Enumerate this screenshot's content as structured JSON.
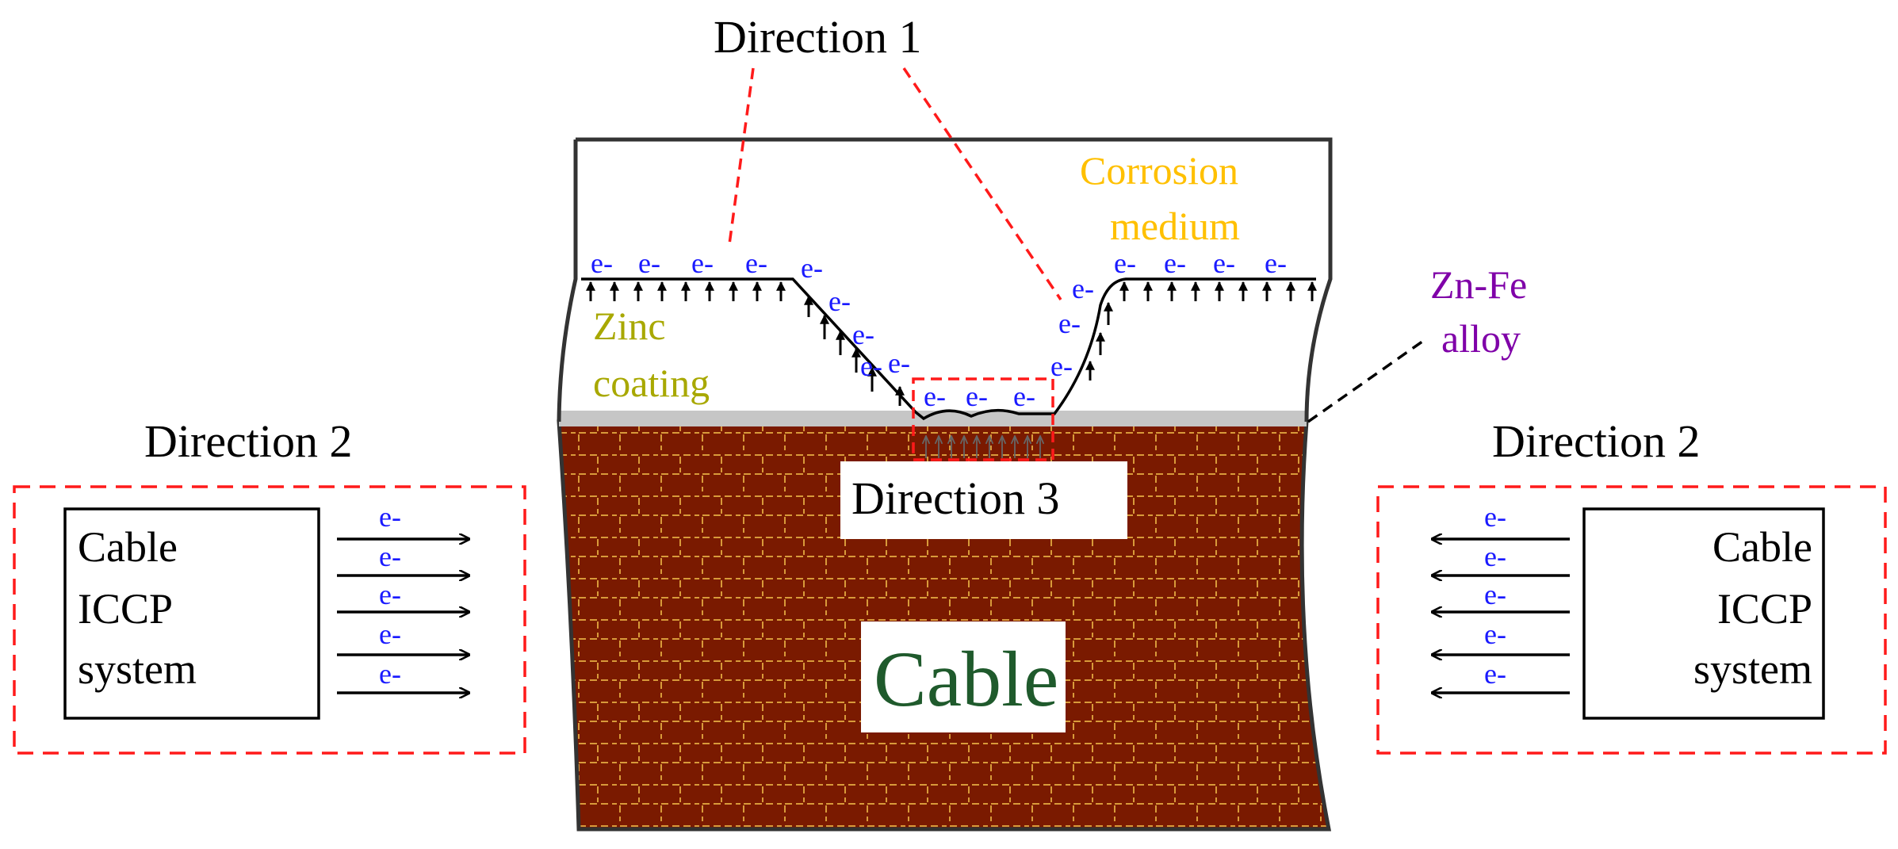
{
  "labels": {
    "direction1": "Direction 1",
    "direction2_left": "Direction 2",
    "direction2_right": "Direction 2",
    "direction3": "Direction 3",
    "corrosion_line1": "Corrosion",
    "corrosion_line2": "medium",
    "zinc_line1": "Zinc",
    "zinc_line2": "coating",
    "alloy_line1": "Zn-Fe",
    "alloy_line2": "alloy",
    "cable": "Cable"
  },
  "iccp_left": {
    "line1": "Cable",
    "line2": "ICCP",
    "line3": "system"
  },
  "iccp_right": {
    "line1": "Cable",
    "line2": "ICCP",
    "line3": "system"
  },
  "electron": "e-",
  "colors": {
    "electron": "#1a1aff",
    "corrosion": "#ffc000",
    "zinc": "#a8a800",
    "alloy": "#7f00a8",
    "cable_fill": "#7a1a00",
    "cable_grid": "#d89a3a",
    "cable_text": "#1f5a2c",
    "dashed_red": "#ff1a1a"
  }
}
